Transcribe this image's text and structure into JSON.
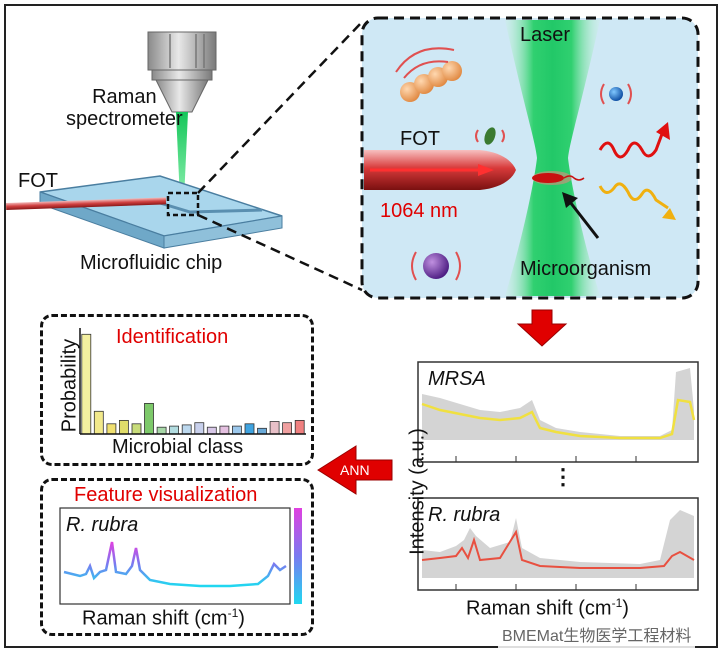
{
  "setup": {
    "spectrometer_label_line1": "Raman",
    "spectrometer_label_line2": "spectrometer",
    "fot_label": "FOT",
    "chip_label": "Microfluidic chip"
  },
  "zoom": {
    "laser_label": "Laser",
    "fot_label": "FOT",
    "wavelength_label": "1064 nm",
    "microorganism_label": "Microorganism"
  },
  "spectra": {
    "ylabel": "Intensity (a.u.)",
    "xlabel": "Raman shift (cm",
    "xlabel_sup": "-1",
    "xlabel_end": ")",
    "top_species": "MRSA",
    "bottom_species": "R. rubra",
    "ellipsis": "⋮"
  },
  "ann": {
    "label": "ANN"
  },
  "identification": {
    "title": "Identification",
    "ylabel": "Probability",
    "xlabel": "Microbial class"
  },
  "feature": {
    "title": "Feature visualization",
    "species": "R. rubra",
    "xlabel": "Raman shift (cm",
    "xlabel_sup": "-1",
    "xlabel_end": ")"
  },
  "watermark": "BMEMat生物医学工程材料",
  "chart_data": {
    "type": "bar",
    "ylabel": "Probability",
    "xlabel": "Microbial class",
    "values": [
      0.88,
      0.2,
      0.09,
      0.12,
      0.09,
      0.27,
      0.06,
      0.07,
      0.08,
      0.1,
      0.06,
      0.07,
      0.07,
      0.09,
      0.05,
      0.11,
      0.1,
      0.12
    ],
    "colors": [
      "#f4f0a0",
      "#f2e98a",
      "#f0e070",
      "#e0dc6a",
      "#c8dc7a",
      "#7dc96a",
      "#a8d8a8",
      "#b2dce0",
      "#bcd8ee",
      "#c8d0ec",
      "#d8c8e8",
      "#e4c0e0",
      "#9cc8ec",
      "#3fa3e0",
      "#6aaad8",
      "#e8c0c8",
      "#f0a0a0",
      "#f08080"
    ]
  }
}
